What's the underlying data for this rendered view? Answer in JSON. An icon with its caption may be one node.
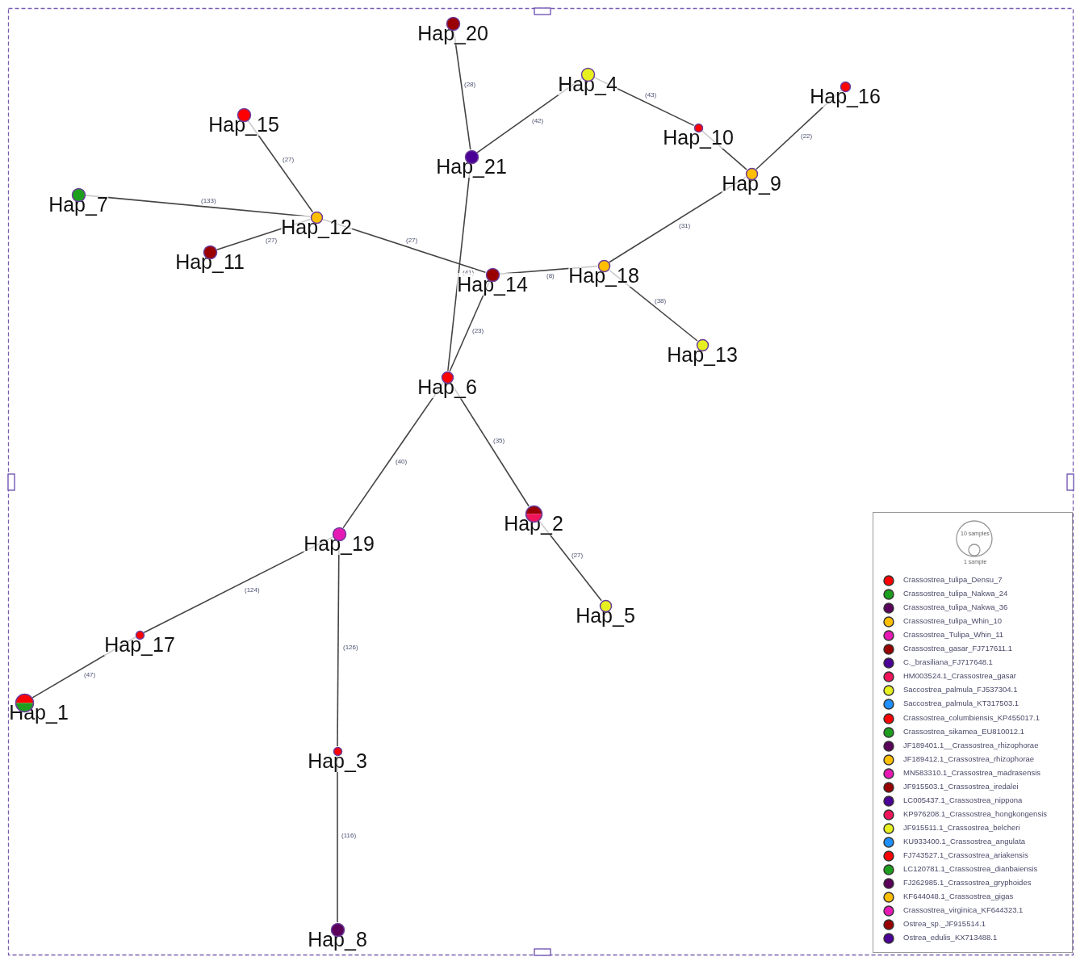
{
  "diagram": {
    "nodes": [
      {
        "text": [
          "Hap_20"
        ]
      },
      {
        "text": [
          "Hap_4"
        ]
      },
      {
        "text": [
          "Hap_16"
        ]
      },
      {
        "text": [
          "Hap_15"
        ]
      },
      {
        "text": [
          "Hap_10"
        ]
      },
      {
        "text": [
          "Hap_21"
        ]
      },
      {
        "text": [
          "Hap_9"
        ]
      },
      {
        "text": [
          "Hap_7"
        ]
      },
      {
        "text": [
          "Hap_12"
        ]
      },
      {
        "text": [
          "Hap_11"
        ]
      },
      {
        "text": [
          "Hap_18"
        ]
      },
      {
        "text": [
          "Hap_14"
        ]
      },
      {
        "text": [
          "Hap_13"
        ]
      },
      {
        "text": [
          "Hap_6"
        ]
      },
      {
        "text": [
          "Hap_2"
        ]
      },
      {
        "text": [
          "Hap_19"
        ]
      },
      {
        "text": [
          "Hap_5"
        ]
      },
      {
        "text": [
          "Hap_17"
        ]
      },
      {
        "text": [
          "Hap_1"
        ]
      },
      {
        "text": [
          "Hap_3"
        ]
      },
      {
        "text": [
          "Hap_8"
        ]
      }
    ],
    "edges": [
      {
        "from": 0,
        "to": 5,
        "arrow": "none",
        "label": "(28)"
      },
      {
        "from": 5,
        "to": 1,
        "arrow": "none",
        "label": "(42)"
      },
      {
        "from": 1,
        "to": 4,
        "arrow": "none",
        "label": "(43)"
      },
      {
        "from": 4,
        "to": 6,
        "arrow": "none"
      },
      {
        "from": 6,
        "to": 2,
        "arrow": "none",
        "label": "(22)"
      },
      {
        "from": 6,
        "to": 10,
        "arrow": "none",
        "label": "(31)"
      },
      {
        "from": 11,
        "to": 10,
        "arrow": "none",
        "label": "(8)"
      },
      {
        "from": 10,
        "to": 12,
        "arrow": "none",
        "label": "(38)"
      },
      {
        "from": 3,
        "to": 8,
        "arrow": "none",
        "label": "(27)"
      },
      {
        "from": 7,
        "to": 8,
        "arrow": "none",
        "label": "(133)"
      },
      {
        "from": 9,
        "to": 8,
        "arrow": "none",
        "label": "(27)"
      },
      {
        "from": 8,
        "to": 11,
        "arrow": "none",
        "label": "(27)"
      },
      {
        "from": 5,
        "to": 13,
        "arrow": "none",
        "label": "(41)"
      },
      {
        "from": 11,
        "to": 13,
        "arrow": "none",
        "label": "(23)"
      },
      {
        "from": 13,
        "to": 15,
        "arrow": "none",
        "label": "(40)"
      },
      {
        "from": 13,
        "to": 14,
        "arrow": "none",
        "label": "(35)"
      },
      {
        "from": 14,
        "to": 16,
        "arrow": "none",
        "label": "(27)"
      },
      {
        "from": 15,
        "to": 17,
        "arrow": "none",
        "label": "(124)"
      },
      {
        "from": 17,
        "to": 18,
        "arrow": "none",
        "label": "(47)"
      },
      {
        "from": 15,
        "to": 19,
        "arrow": "none",
        "label": "(126)"
      },
      {
        "from": 19,
        "to": 20,
        "arrow": "none",
        "label": "(116)"
      }
    ],
    "labels": [
      "10 samples",
      "1 sample"
    ],
    "legend": [
      {
        "text": "Crassostrea_tulipa_Densu_7",
        "color": "#ff0000"
      },
      {
        "text": "Crassostrea_tulipa_Nakwa_24",
        "color": "#1e9e1e"
      },
      {
        "text": "Crassostrea_tulipa_Nakwa_36",
        "color": "#5a005a"
      },
      {
        "text": "Crassostrea_tulipa_Whin_10",
        "color": "#ffbf00"
      },
      {
        "text": "Crassostrea_Tulipa_Whin_11",
        "color": "#e619b4"
      },
      {
        "text": "Crassostrea_gasar_FJ717611.1",
        "color": "#990000"
      },
      {
        "text": "C._brasiliana_FJ717648.1",
        "color": "#4b0096"
      },
      {
        "text": "HM003524.1_Crassostrea_gasar",
        "color": "#f0145a"
      },
      {
        "text": "Saccostrea_palmula_FJ537304.1",
        "color": "#e6f01e"
      },
      {
        "text": "Saccostrea_palmula_KT317503.1",
        "color": "#1e90ff"
      },
      {
        "text": "Crassostrea_columbiensis_KP455017.1",
        "color": "#ff0000"
      },
      {
        "text": "Crassostrea_sikamea_EU810012.1",
        "color": "#1e9e1e"
      },
      {
        "text": "JF189401.1__Crassostrea_rhizophorae",
        "color": "#5a005a"
      },
      {
        "text": "JF189412.1_Crassostrea_rhizophorae",
        "color": "#ffbf00"
      },
      {
        "text": "MN583310.1_Crassostrea_madrasensis",
        "color": "#e619b4"
      },
      {
        "text": "JF915503.1_Crassostrea_iredalei",
        "color": "#990000"
      },
      {
        "text": "LC005437.1_Crassostrea_nippona",
        "color": "#4b0096"
      },
      {
        "text": "KP976208.1_Crassostrea_hongkongensis",
        "color": "#f0145a"
      },
      {
        "text": "JF915511.1_Crassostrea_belcheri",
        "color": "#e6f01e"
      },
      {
        "text": "KU933400.1_Crassostrea_angulata",
        "color": "#1e90ff"
      },
      {
        "text": "FJ743527.1_Crassostrea_ariakensis",
        "color": "#ff0000"
      },
      {
        "text": "LC120781.1_Crassostrea_dianbaiensis",
        "color": "#1e9e1e"
      },
      {
        "text": "FJ262985.1_Crassostrea_gryphoides",
        "color": "#5a005a"
      },
      {
        "text": "KF644048.1_Crassostrea_gigas",
        "color": "#ffbf00"
      },
      {
        "text": "Crassostrea_virginica_KF644323.1",
        "color": "#e619b4"
      },
      {
        "text": "Ostrea_sp._JF915514.1",
        "color": "#990000"
      },
      {
        "text": "Ostrea_edulis_KX713488.1",
        "color": "#4b0096"
      }
    ]
  }
}
